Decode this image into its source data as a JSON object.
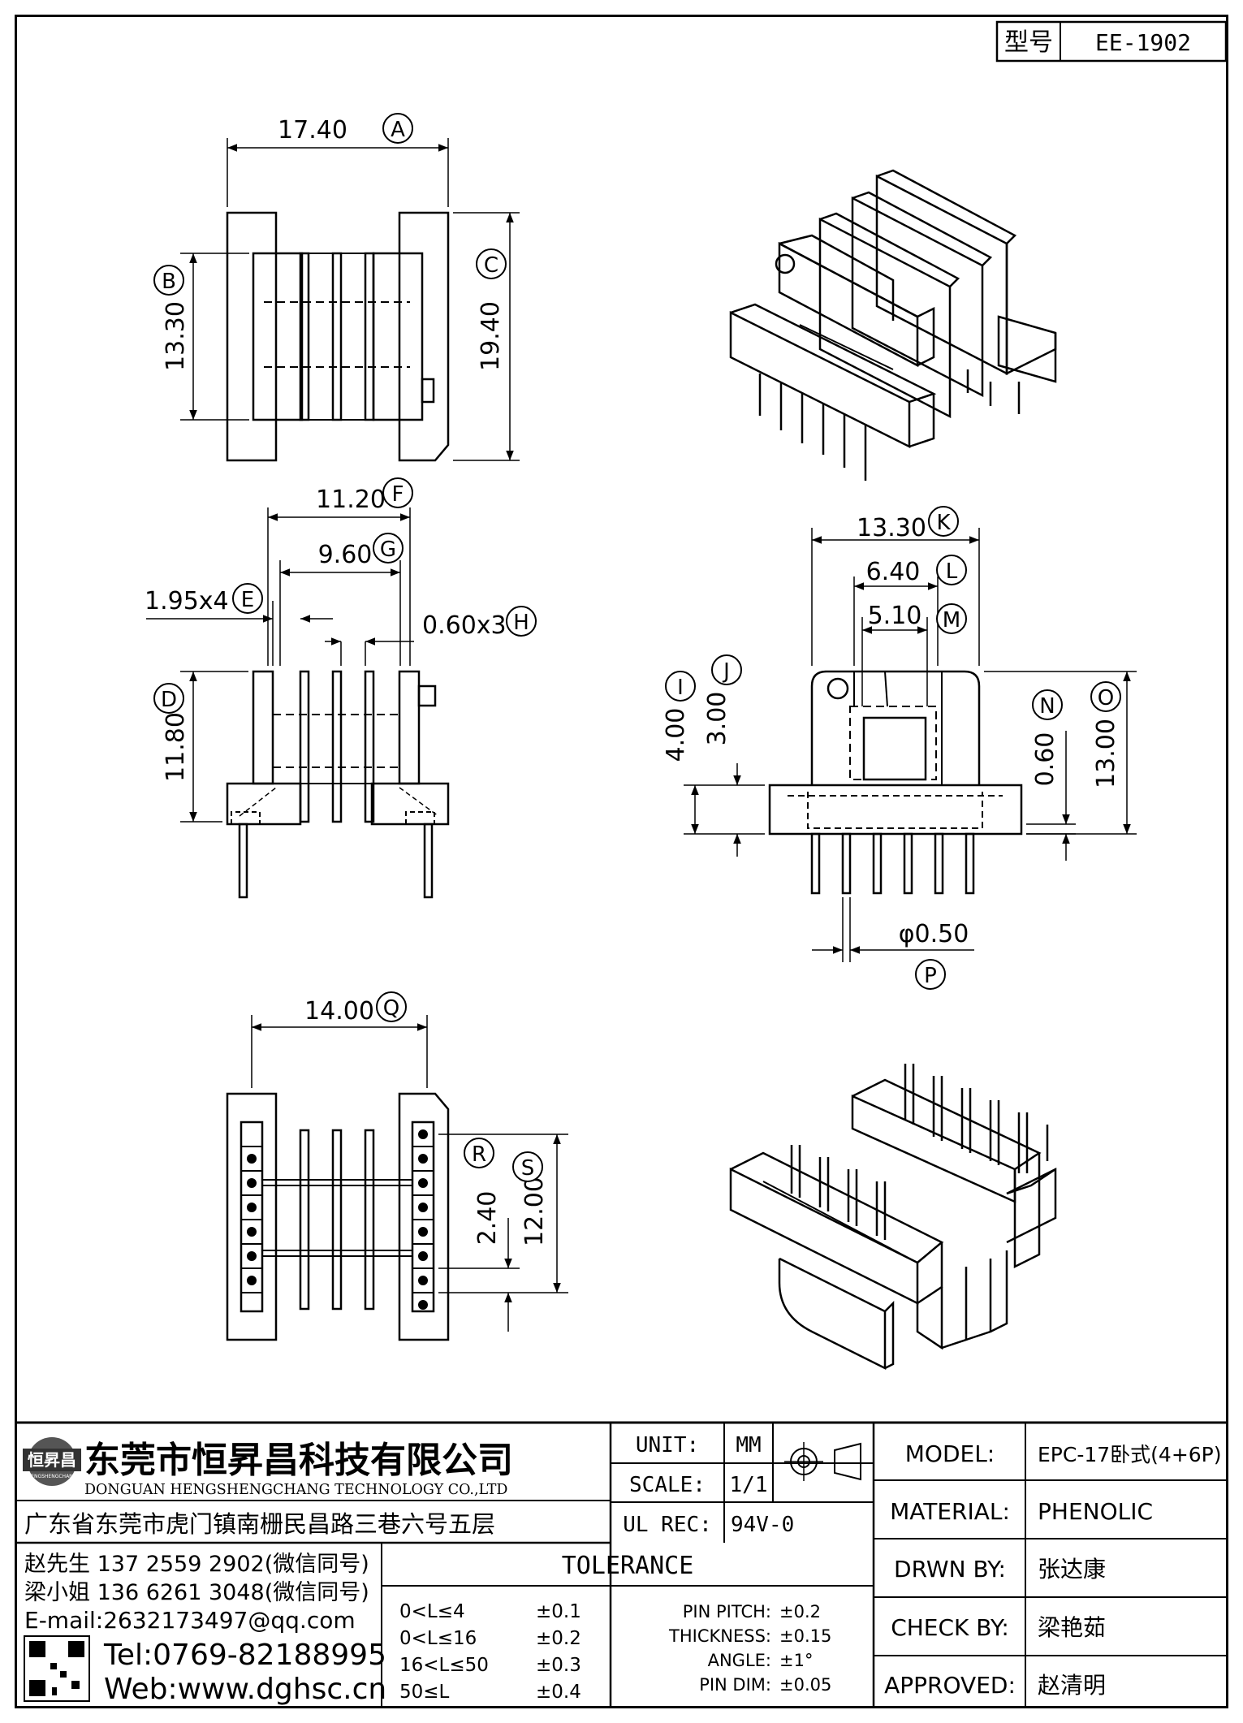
{
  "model_box": {
    "label": "型号",
    "value": "EE-1902"
  },
  "dims": {
    "A": "17.40",
    "B": "13.30",
    "C": "19.40",
    "D": "11.80",
    "E": "1.95x4",
    "F": "11.20",
    "G": "9.60",
    "H": "0.60x3",
    "I": "4.00",
    "J": "3.00",
    "K": "13.30",
    "L": "6.40",
    "M": "5.10",
    "N": "0.60",
    "O": "13.00",
    "P": "φ0.50",
    "Q": "14.00",
    "R": "2.40",
    "S": "12.00"
  },
  "balloons": {
    "A": "A",
    "B": "B",
    "C": "C",
    "D": "D",
    "E": "E",
    "F": "F",
    "G": "G",
    "H": "H",
    "I": "I",
    "J": "J",
    "K": "K",
    "L": "L",
    "M": "M",
    "N": "N",
    "O": "O",
    "P": "P",
    "Q": "Q",
    "R": "R",
    "S": "S"
  },
  "company": {
    "logo_text": "恒昇昌",
    "logo_sub": "HENGSHENGCHANG",
    "name_cn": "东莞市恒昇昌科技有限公司",
    "name_en": "DONGUAN HENGSHENGCHANG TECHNOLOGY CO.,LTD",
    "address": "广东省东莞市虎门镇南栅民昌路三巷六号五层",
    "contact1": "赵先生 137 2559 2902(微信同号)",
    "contact2": "梁小姐 136 6261 3048(微信同号)",
    "email": "E-mail:2632173497@qq.com",
    "tel": "Tel:0769-82188995",
    "web": "Web:www.dghsc.cn"
  },
  "spec": {
    "unit_label": "UNIT:",
    "unit_value": "MM",
    "scale_label": "SCALE:",
    "scale_value": "1/1",
    "ul_label": "UL REC:",
    "ul_value": "94V-0"
  },
  "tolerance": {
    "title": "TOLERANCE",
    "rows": [
      {
        "range": "0<L≤4",
        "value": "±0.1"
      },
      {
        "range": "0<L≤16",
        "value": "±0.2"
      },
      {
        "range": "16<L≤50",
        "value": "±0.3"
      },
      {
        "range": "50≤L",
        "value": "±0.4"
      }
    ],
    "extra": [
      {
        "label": "PIN PITCH:",
        "value": "±0.2"
      },
      {
        "label": "THICKNESS:",
        "value": "±0.15"
      },
      {
        "label": "ANGLE:",
        "value": "±1°"
      },
      {
        "label": "PIN DIM:",
        "value": "±0.05"
      }
    ]
  },
  "info": {
    "model_label": "MODEL:",
    "model_value": "EPC-17卧式(4+6P)",
    "material_label": "MATERIAL:",
    "material_value": "PHENOLIC",
    "drawn_label": "DRWN BY:",
    "drawn_value": "张达康",
    "check_label": "CHECK BY:",
    "check_value": "梁艳茹",
    "approved_label": "APPROVED:",
    "approved_value": "赵清明"
  }
}
